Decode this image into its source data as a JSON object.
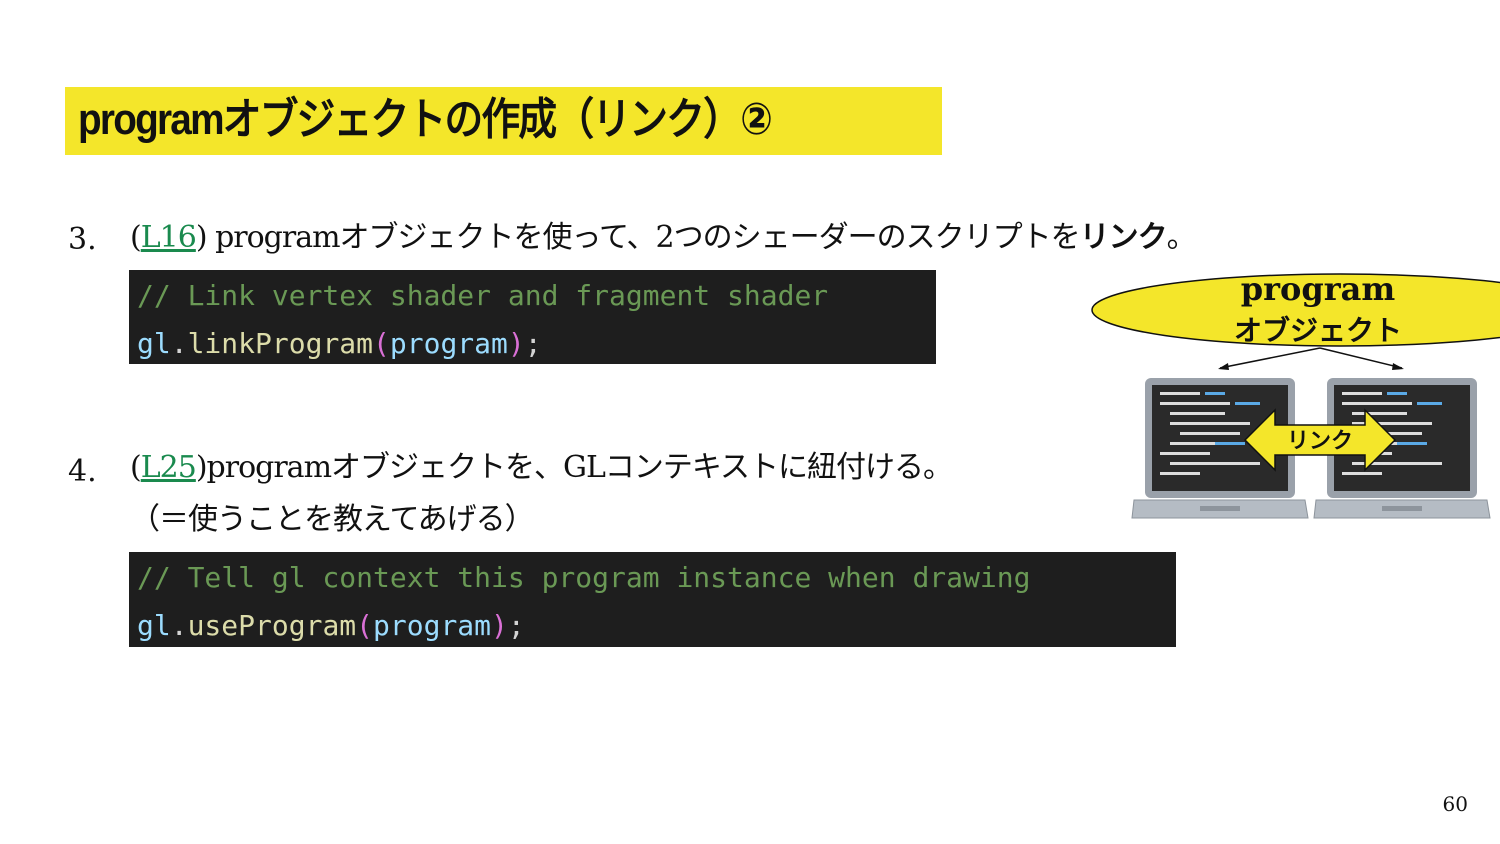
{
  "title": "programオブジェクトの作成（リンク）②",
  "step3": {
    "number": "3.",
    "open": "(",
    "link": "L16",
    "text": ") programオブジェクトを使って、2つのシェーダーのスクリプトを",
    "bold": "リンク",
    "end": "。",
    "code_comment": "// Link vertex shader and fragment shader",
    "code": {
      "obj": "gl",
      "dot": ".",
      "fn": "linkProgram",
      "lparen": "(",
      "arg": "program",
      "rparen": ")",
      "semi": ";"
    }
  },
  "step4": {
    "number": "4.",
    "open": "(",
    "link": "L25",
    "text": ")programオブジェクトを、GLコンテキストに紐付ける。",
    "text2": "（＝使うことを教えてあげる）",
    "code_comment": "// Tell gl context this program instance when drawing",
    "code": {
      "obj": "gl",
      "dot": ".",
      "fn": "useProgram",
      "lparen": "(",
      "arg": "program",
      "rparen": ")",
      "semi": ";"
    }
  },
  "illustration": {
    "ellipse_line1": "program",
    "ellipse_line2": "オブジェクト",
    "arrow_label": "リンク",
    "ellipse_color": "#f4e62a"
  },
  "page_number": "60"
}
